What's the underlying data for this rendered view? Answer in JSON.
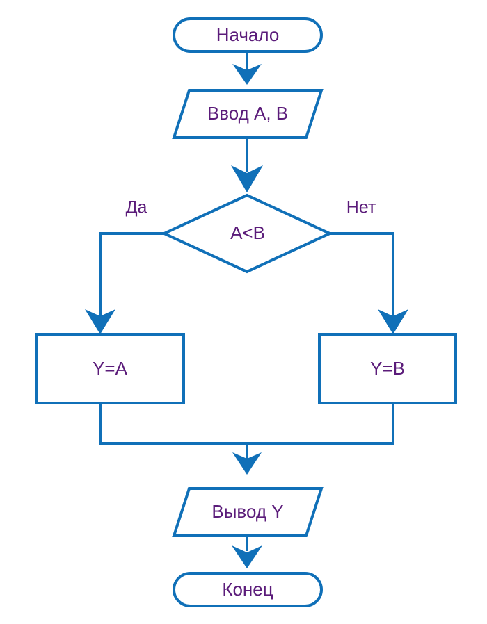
{
  "diagram": {
    "type": "flowchart",
    "title": "",
    "language": "ru",
    "colors": {
      "stroke": "#1070b8",
      "text": "#5b1c7a",
      "background": "#ffffff"
    },
    "nodes": {
      "start": {
        "label": "Начало",
        "shape": "terminal"
      },
      "input": {
        "label": "Ввод A, B",
        "shape": "parallelogram"
      },
      "decision": {
        "label": "A<B",
        "shape": "diamond"
      },
      "process_left": {
        "label": "Y=A",
        "shape": "rectangle"
      },
      "process_right": {
        "label": "Y=B",
        "shape": "rectangle"
      },
      "output": {
        "label": "Вывод Y",
        "shape": "parallelogram"
      },
      "end": {
        "label": "Конец",
        "shape": "terminal"
      }
    },
    "branch_labels": {
      "yes": "Да",
      "no": "Нет"
    }
  }
}
